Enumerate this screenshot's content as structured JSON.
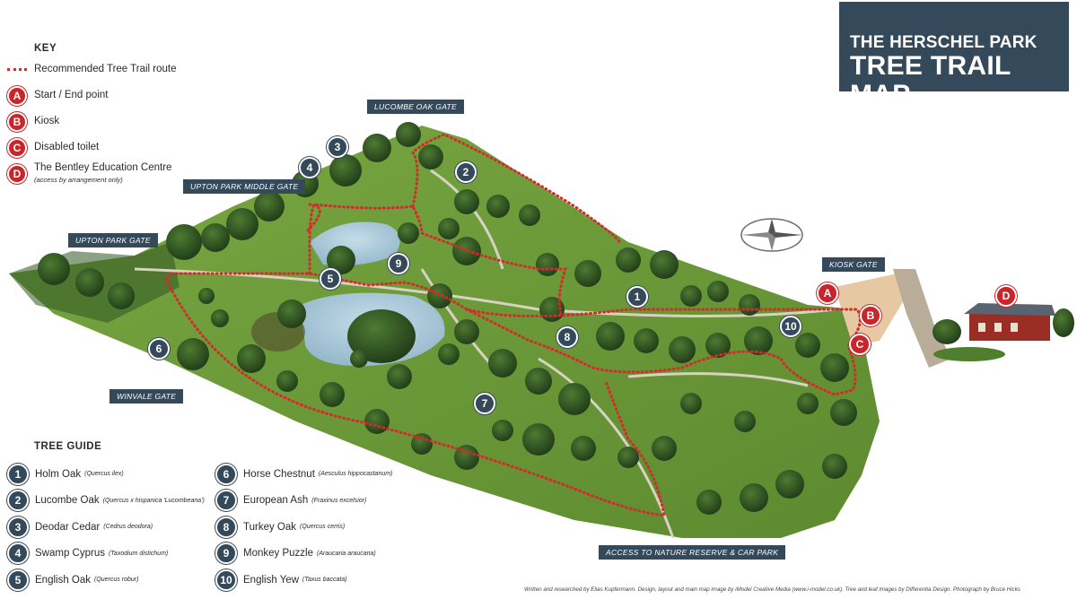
{
  "title": {
    "line1": "THE HERSCHEL PARK",
    "line2": "TREE TRAIL MAP"
  },
  "key": {
    "heading": "KEY",
    "route_label": "Recommended Tree Trail route",
    "points": [
      {
        "letter": "A",
        "label": "Start / End point",
        "note": ""
      },
      {
        "letter": "B",
        "label": "Kiosk",
        "note": ""
      },
      {
        "letter": "C",
        "label": "Disabled toilet",
        "note": ""
      },
      {
        "letter": "D",
        "label": "The Bentley Education Centre",
        "note": "(access by arrangement only)"
      }
    ]
  },
  "gates": {
    "lucombe_oak": "LUCOMBE OAK GATE",
    "upton_park_middle": "UPTON PARK MIDDLE GATE",
    "upton_park": "UPTON PARK GATE",
    "kiosk": "KIOSK GATE",
    "winvale": "WINVALE GATE",
    "nature_reserve": "ACCESS TO NATURE RESERVE & CAR PARK"
  },
  "tree_guide": {
    "heading": "TREE GUIDE",
    "trees": [
      {
        "num": "1",
        "name": "Holm Oak",
        "latin": "(Quercus ilex)"
      },
      {
        "num": "2",
        "name": "Lucombe Oak",
        "latin": "(Quercus x hispanica 'Lucombeana')"
      },
      {
        "num": "3",
        "name": "Deodar Cedar",
        "latin": "(Cedrus deodora)"
      },
      {
        "num": "4",
        "name": "Swamp Cyprus",
        "latin": "(Taxodium distichum)"
      },
      {
        "num": "5",
        "name": "English Oak",
        "latin": "(Quercus robur)"
      },
      {
        "num": "6",
        "name": "Horse Chestnut",
        "latin": "(Aesculus hippocastanum)"
      },
      {
        "num": "7",
        "name": "European Ash",
        "latin": "(Fraxinus excelsior)"
      },
      {
        "num": "8",
        "name": "Turkey Oak",
        "latin": "(Quercus cerris)"
      },
      {
        "num": "9",
        "name": "Monkey Puzzle",
        "latin": "(Araucaria araucana)"
      },
      {
        "num": "10",
        "name": "English Yew",
        "latin": "(Taxus baccata)"
      }
    ]
  },
  "credits": "Written and researched by Elias Kupfermann. Design, layout and main map image by iModel Creative Media (www.i-model.co.uk). Tree and leaf images by Differentia Design. Photograph by Bruce Hicks",
  "colors": {
    "panel": "#34495a",
    "pin_red": "#c8262b",
    "route": "#d42b2b",
    "grass": "#6e9b3a",
    "water": "#a9c9dc"
  }
}
